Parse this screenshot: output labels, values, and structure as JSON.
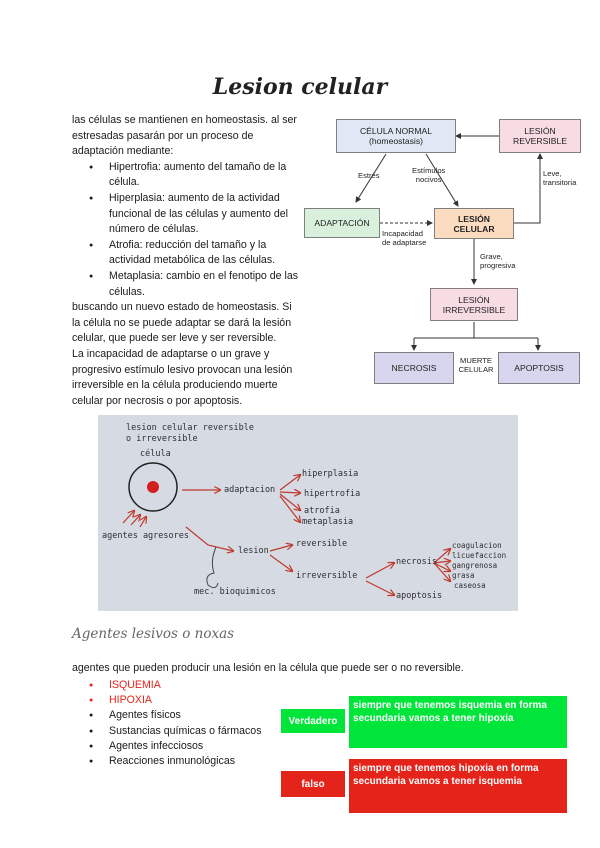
{
  "title": "Lesion celular",
  "intro": {
    "p1": "las células se mantienen en homeostasis. al ser estresadas pasarán por un proceso de adaptación mediante:",
    "bullets": [
      "Hipertrofia: aumento del tamaño de la célula.",
      "Hiperplasia: aumento de la actividad funcional de las células y aumento del número de células.",
      "Atrofia: reducción del tamaño y la actividad metabólica de las células.",
      "Metaplasia: cambio en el fenotipo de las células."
    ],
    "p2": "buscando un nuevo estado de homeostasis. Si la célula no se puede adaptar se dará la lesión celular, que puede ser leve y ser reversible.",
    "p3": "La incapacidad de adaptarse o un grave y progresivo estímulo lesivo provocan una lesión irreversible en la célula produciendo muerte celular por necrosis o por apoptosis."
  },
  "flowchart": {
    "celula_normal": "CÉLULA NORMAL",
    "homeostasis": "(homeostasis)",
    "lesion_reversible_1": "LESIÓN",
    "lesion_reversible_2": "REVERSIBLE",
    "estres": "Estrés",
    "estimulos_1": "Estímulos",
    "estimulos_2": "nocivos",
    "leve_1": "Leve,",
    "leve_2": "transitoria",
    "adaptacion": "ADAPTACIÓN",
    "lesion_celular_1": "LESIÓN",
    "lesion_celular_2": "CELULAR",
    "incapacidad_1": "Incapacidad",
    "incapacidad_2": "de adaptarse",
    "grave_1": "Grave,",
    "grave_2": "progresiva",
    "lesion_irreversible_1": "LESIÓN",
    "lesion_irreversible_2": "IRREVERSIBLE",
    "necrosis": "NECROSIS",
    "muerte_1": "MUERTE",
    "muerte_2": "CELULAR",
    "apoptosis": "APOPTOSIS"
  },
  "photo": {
    "title_1": "lesion celular reversible",
    "title_2": "o irreversible",
    "celula": "célula",
    "agentes": "agentes agresores",
    "adaptacion": "adaptacion",
    "hiperplasia": "hiperplasia",
    "hipertrofia": "hipertrofia",
    "atrofia": "atrofia",
    "metaplasia": "metaplasia",
    "lesion": "lesion",
    "reversible": "reversible",
    "irreversible": "irreversible",
    "necrosis": "necrosis",
    "apoptosis": "apoptosis",
    "coagulacion": "coagulacion",
    "licuefaccion": "licuefaccion",
    "gangrenosa": "gangrenosa",
    "grasa": "grasa",
    "caseosa": "caseosa",
    "mec": "mec. bioquimicos"
  },
  "subtitle": "Agentes lesivos o noxas",
  "agentes_sentence": "agentes que pueden producir una lesión en la célula que puede ser o no reversible.",
  "agentes_list": [
    "ISQUEMIA",
    "HIPOXIA",
    "Agentes físicos",
    "Sustancias químicas o fármacos",
    "Agentes infecciosos",
    "Reacciones inmunológicas"
  ],
  "verdadero": {
    "label": "Verdadero",
    "text": "siempre que tenemos isquemia en forma secundaria vamos a tener hipoxia"
  },
  "falso": {
    "label": "falso",
    "text": "siempre que tenemos hipoxia en forma secundaria vamos a tener isquemia"
  },
  "colors": {
    "red": "#e4231a",
    "green": "#00e53a",
    "box_blue": "#dfe8f4",
    "box_green": "#d9f0dc",
    "box_orange": "#fbdcc0",
    "box_pink": "#f8dce4",
    "box_lavender": "#d8d6ee"
  }
}
